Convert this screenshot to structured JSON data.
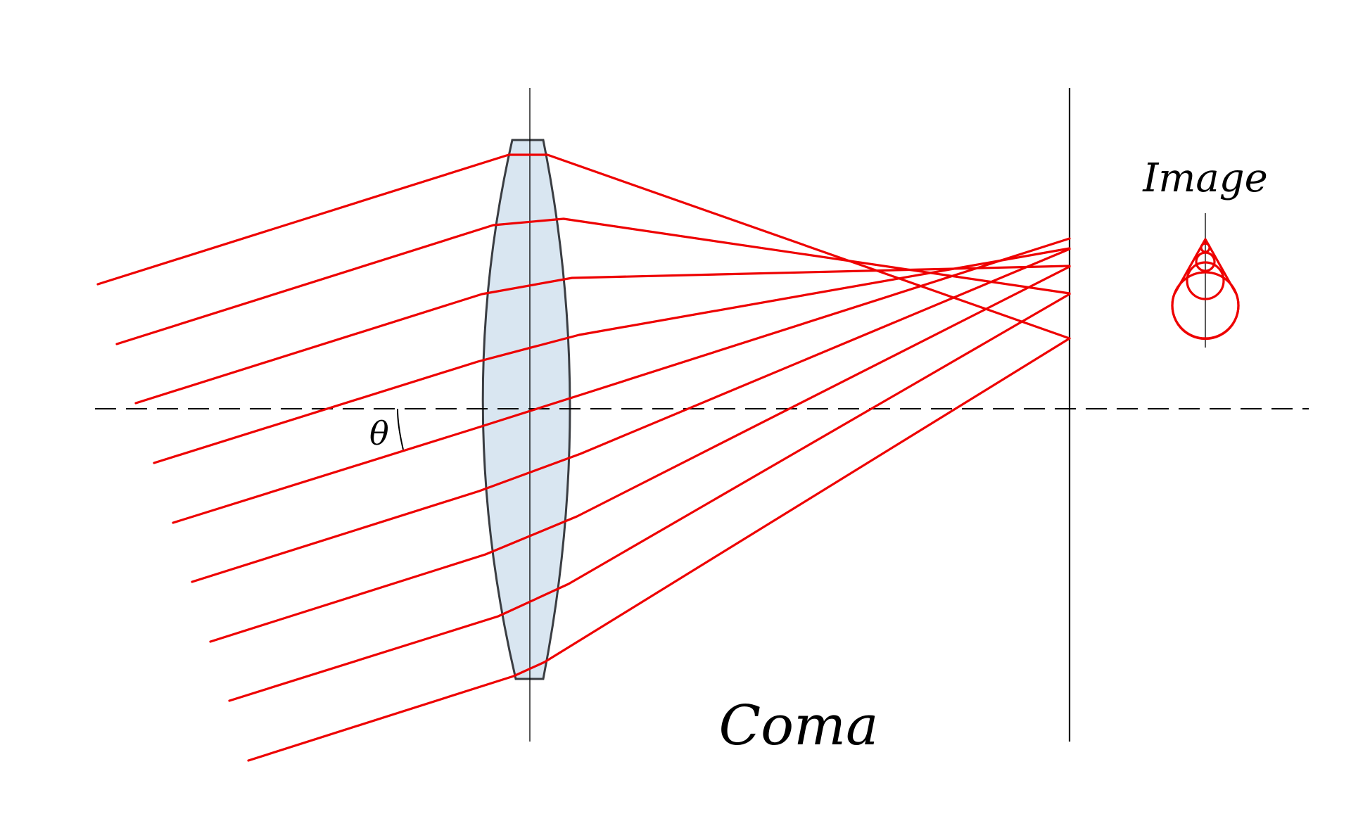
{
  "title": "Coma",
  "image_label": "Image",
  "angle_symbol": "θ",
  "colors": {
    "ray": "#ee0000",
    "lens_fill": "#d9e6f1",
    "lens_stroke": "#3a3d42",
    "axis": "#000000",
    "background": "#ffffff"
  }
}
